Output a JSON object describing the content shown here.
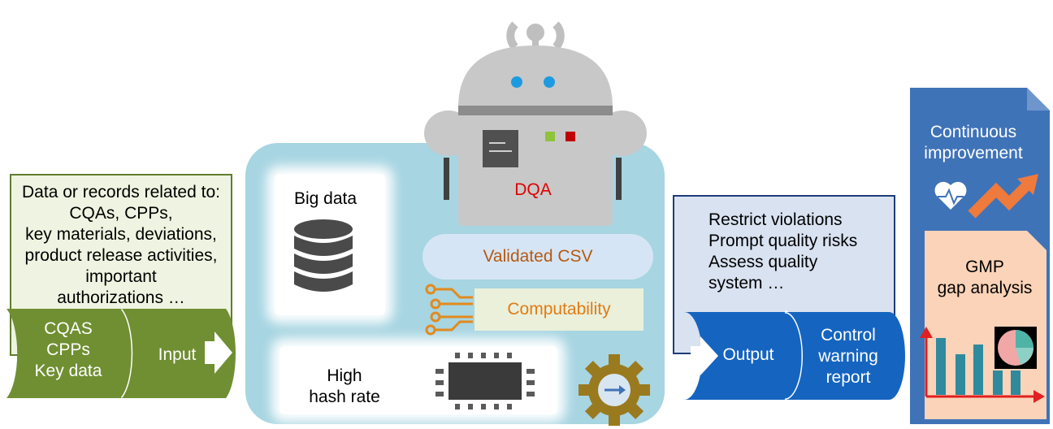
{
  "input": {
    "description_lines": [
      "Data or records related to:",
      "CQAs, CPPs,",
      "key materials, deviations,",
      "product release activities,",
      "important",
      "authorizations …"
    ],
    "scroll_left_lines": [
      "CQAS",
      "CPPs",
      "Key data"
    ],
    "scroll_right_label": "Input"
  },
  "platform": {
    "big_data_label": "Big data",
    "robot_label": "DQA",
    "validated_label": "Validated CSV",
    "computability_label": "Computability",
    "hash_rate_lines": [
      "High",
      "hash rate"
    ]
  },
  "output": {
    "description_lines": [
      "Restrict violations",
      "Prompt quality risks",
      "Assess quality",
      "system …"
    ],
    "scroll_left_label": "Output",
    "scroll_right_lines": [
      "Control",
      "warning",
      "report"
    ]
  },
  "report": {
    "title_lines": [
      "Continuous",
      "improvement"
    ],
    "gap_lines": [
      "GMP",
      "gap analysis"
    ]
  },
  "colors": {
    "green": "#6f8f32",
    "blue": "#1565c0",
    "platform": "#a7d5e2",
    "doc_blue": "#3f73b8",
    "doc_peach": "#fbd3b8",
    "alert_red": "#e00000"
  }
}
